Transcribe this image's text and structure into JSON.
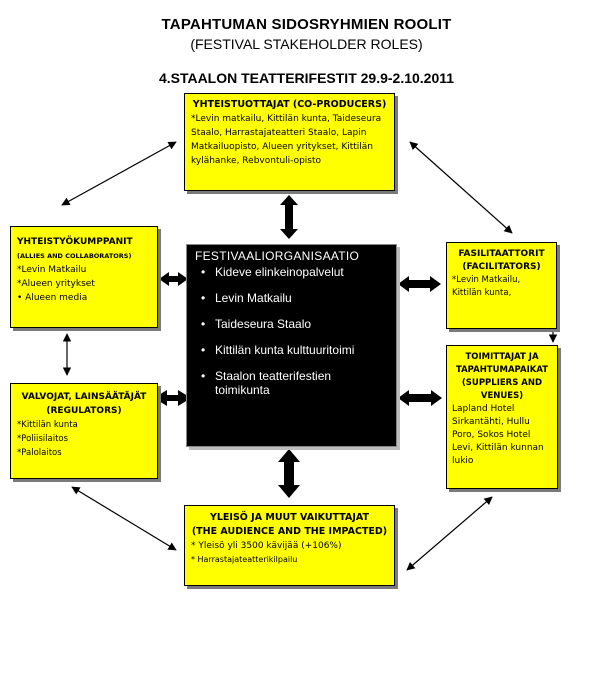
{
  "header": {
    "title": "TAPAHTUMAN SIDOSRYHMIEN ROOLIT",
    "subtitle": "(FESTIVAL STAKEHOLDER ROLES)",
    "event": "4.STAALON TEATTERIFESTIT 29.9-2.10.2011"
  },
  "coproducers": {
    "heading": "YHTEISTUOTTAJAT (CO-PRODUCERS)",
    "text": "*Levin matkailu, Kittilän kunta, Taideseura Staalo, Harrastajateatteri Staalo, Lapin Matkailuopisto, Alueen yritykset, Kittilän kylähanke, Rebvontuli-opisto"
  },
  "allies": {
    "heading": "YHTEISTYÖKUMPPANIT",
    "sub": "(ALLIES AND COLLABORATORS)",
    "items": [
      "*Levin Matkailu",
      "*Alueen yritykset",
      "• Alueen media"
    ]
  },
  "regulators": {
    "heading1": "VALVOJAT, LAINSÄÄTÄJÄT",
    "heading2": "(REGULATORS)",
    "items": [
      "*Kittilän kunta",
      "*Poliisilaitos",
      "*Palolaitos"
    ]
  },
  "facilitators": {
    "heading1": "FASILITAATTORIT",
    "heading2": "(FACILITATORS)",
    "text": "*Levin Matkailu, Kittilän kunta,"
  },
  "suppliers": {
    "heading1": "TOIMITTAJAT JA TAPAHTUMAPAIKAT",
    "heading2": "(SUPPLIERS AND VENUES)",
    "text": "Lapland Hotel Sirkantähti, Hullu Poro, Sokos Hotel Levi, Kittilän kunnan lukio"
  },
  "audience": {
    "heading1": "YLEISÖ JA MUUT VAIKUTTAJAT",
    "heading2": "(THE AUDIENCE AND THE IMPACTED)",
    "items": [
      "* Yleisö yli 3500 kävijää (+106%)",
      "* Harrastajateatterikilpailu"
    ]
  },
  "organization": {
    "title": "FESTIVAALIORGANISAATIO",
    "members": [
      "Kideve elinkeinopalvelut",
      "Levin Matkailu",
      "Taideseura Staalo",
      "Kittilän kunta kulttuuritoimi",
      "Staalon teatterifestien toimikunta"
    ]
  },
  "colors": {
    "box_fill": "#ffff00",
    "center_fill": "#000000",
    "text": "#000000"
  }
}
